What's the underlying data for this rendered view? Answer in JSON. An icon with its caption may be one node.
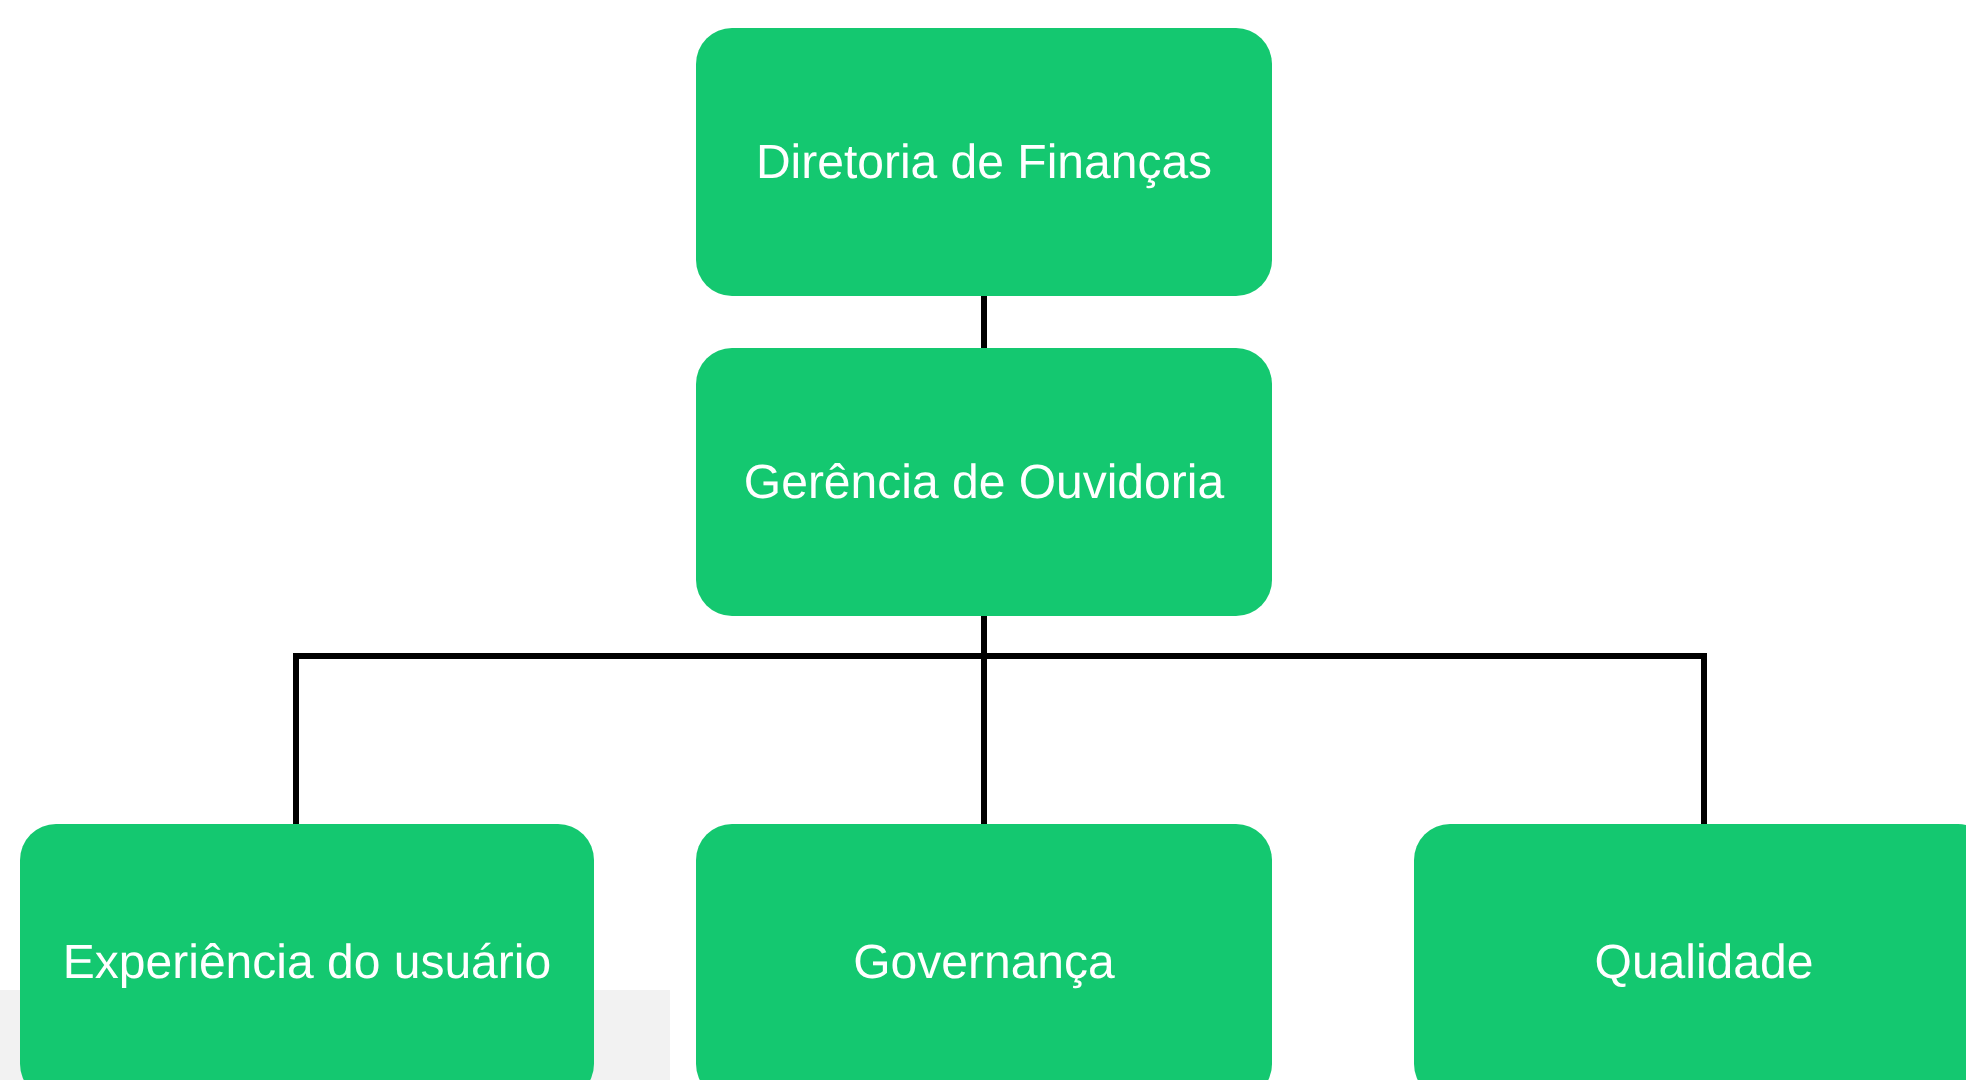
{
  "diagram": {
    "nodes": [
      {
        "text": [
          "Diretoria de Finanças"
        ]
      },
      {
        "text": [
          "Gerência de Ouvidoria"
        ]
      },
      {
        "text": [
          "Experiência do usuário"
        ]
      },
      {
        "text": [
          "Governança"
        ]
      },
      {
        "text": [
          "Qualidade"
        ]
      }
    ],
    "edges": [
      {
        "from": 0,
        "to": 1,
        "arrow": "none"
      },
      {
        "from": 1,
        "to": 2,
        "arrow": "none"
      },
      {
        "from": 1,
        "to": 3,
        "arrow": "none"
      },
      {
        "from": 1,
        "to": 4,
        "arrow": "none"
      }
    ]
  }
}
